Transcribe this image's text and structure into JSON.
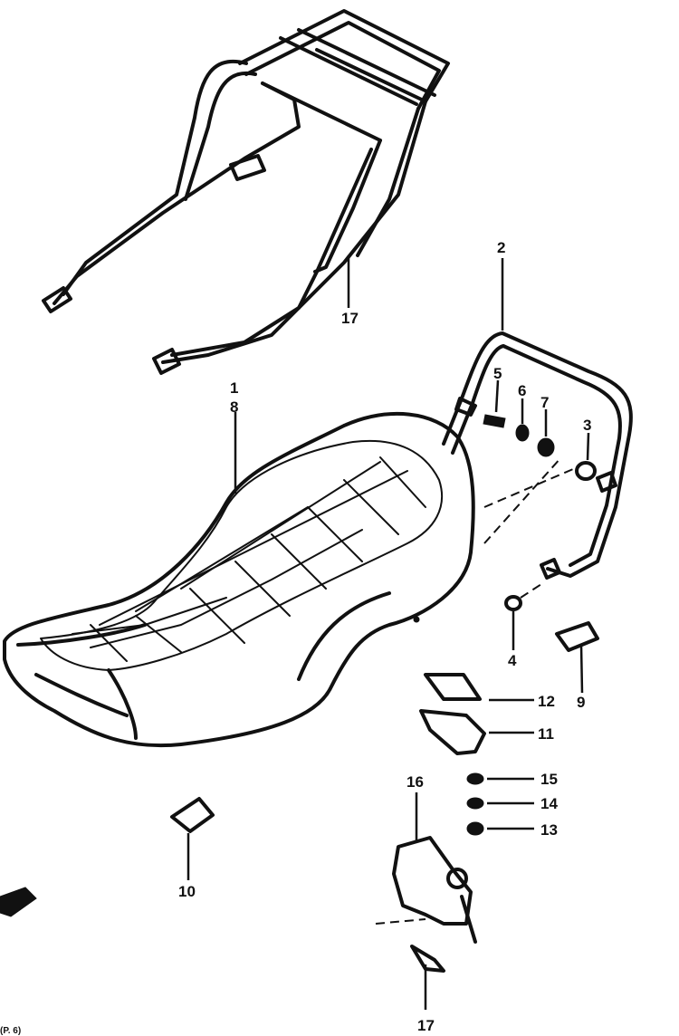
{
  "callouts": {
    "c1": "1",
    "c2": "2",
    "c3": "3",
    "c4": "4",
    "c5": "5",
    "c6": "6",
    "c7": "7",
    "c8": "8",
    "c9": "9",
    "c10": "10",
    "c11": "11",
    "c12": "12",
    "c13": "13",
    "c14": "14",
    "c15": "15",
    "c16": "16",
    "c17_rack": "17",
    "c17_bolt": "17"
  },
  "footer_text": "(P. 6)",
  "colors": {
    "ink": "#111111",
    "paper": "#ffffff"
  }
}
